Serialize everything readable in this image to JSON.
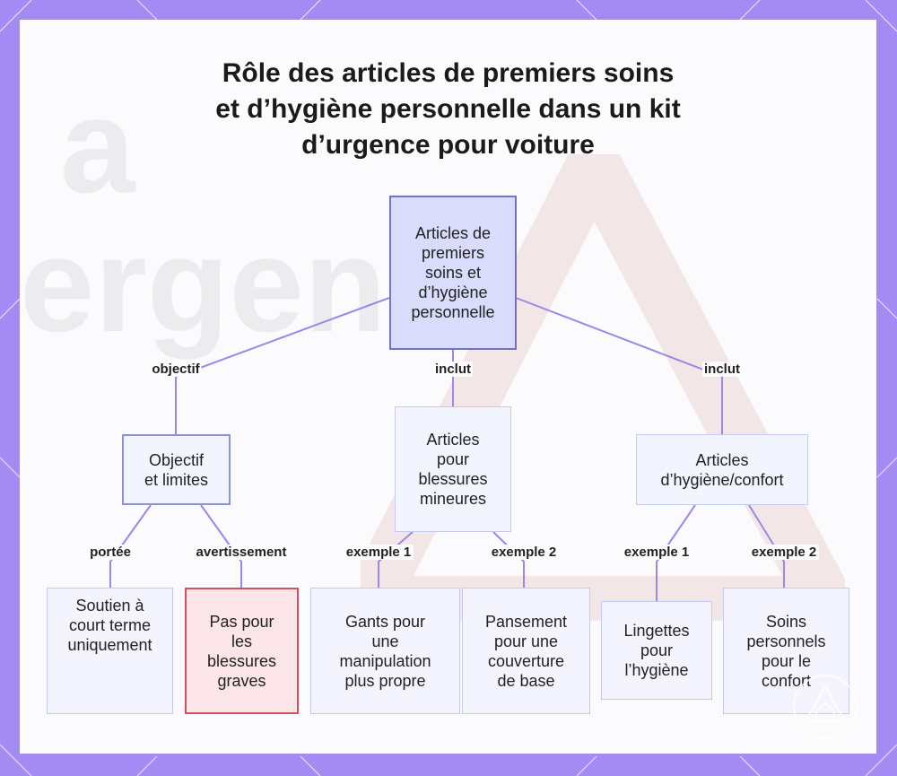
{
  "title": [
    "Rôle des articles de premiers soins",
    "et d’hygiène personnelle dans un kit",
    "d’urgence pour voiture"
  ],
  "background": {
    "watermark_words": [
      "a",
      "ergency"
    ]
  },
  "colors": {
    "frame": "#a48af3",
    "edge": "#9d86e8",
    "root_fill": "#d9dcfb",
    "node_fill": "#f3f4fd",
    "warning_border": "#d0525e"
  },
  "nodes": {
    "root": [
      "Articles de",
      "premiers",
      "soins et",
      "d’hygiène",
      "personnelle"
    ],
    "objectif": [
      "Objectif",
      "et limites"
    ],
    "blessures": [
      "Articles",
      "pour",
      "blessures",
      "mineures"
    ],
    "hygiene": [
      "Articles",
      "d’hygiène/confort"
    ],
    "soutien": [
      "Soutien à",
      "court terme",
      "uniquement"
    ],
    "pas_pour": [
      "Pas pour",
      "les",
      "blessures",
      "graves"
    ],
    "gants": [
      "Gants pour",
      "une",
      "manipulation",
      "plus propre"
    ],
    "pansement": [
      "Pansement",
      "pour une",
      "couverture",
      "de base"
    ],
    "lingettes": [
      "Lingettes",
      "pour",
      "l’hygiène"
    ],
    "soins": [
      "Soins",
      "personnels",
      "pour le",
      "confort"
    ]
  },
  "edges": {
    "objectif": "objectif",
    "inclut_1": "inclut",
    "inclut_2": "inclut",
    "portee": "portée",
    "avertissement": "avertissement",
    "b_exemple_1": "exemple 1",
    "b_exemple_2": "exemple 2",
    "h_exemple_1": "exemple 1",
    "h_exemple_2": "exemple 2"
  }
}
